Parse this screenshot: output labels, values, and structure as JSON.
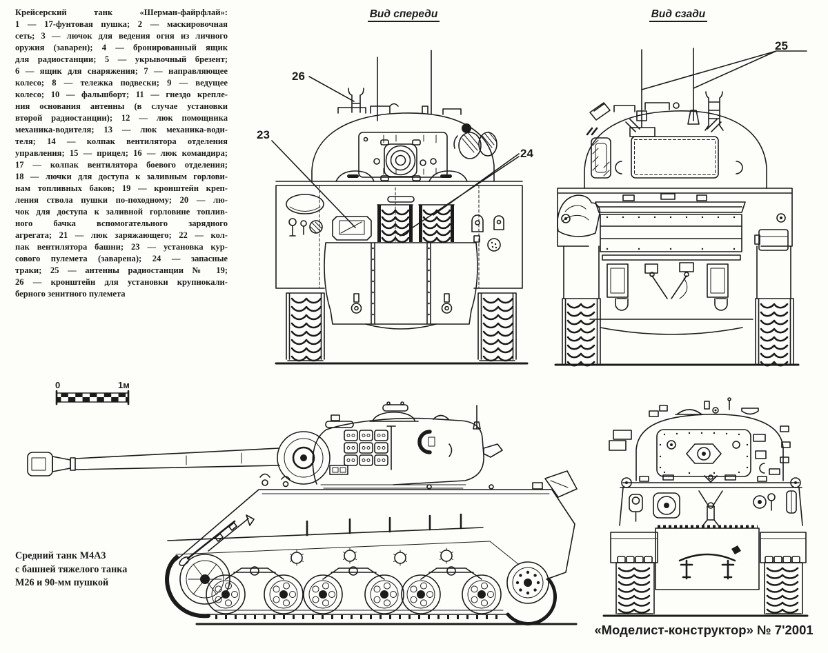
{
  "page": {
    "background": "#fdfdfa",
    "ink_color": "#1b1b1b"
  },
  "legend": {
    "title": "Крейсерский танк «Шерман-файрфлай»:",
    "lines": [
      "1 — 17-фунтовая пушка; 2 — маскировочная",
      "сеть; 3 — лючок для ведения огня из личного",
      "оружия (заварен); 4 — бронированный ящик",
      "для радиостанции; 5 — укрывочный брезент;",
      "6 — ящик для снаряжения; 7 — направляющее",
      "колесо; 8 — тележка подвески; 9 — ведущее",
      "колесо; 10 — фальшборт; 11 — гнездо крепле-",
      "ния основания антенны (в случае установки",
      "второй радиостанции); 12 — люк помощника",
      "механика-водителя; 13 — люк механика-води-",
      "теля; 14 — колпак вентилятора отделения",
      "управления; 15 — прицел; 16 — люк командира;",
      "17 — колпак вентилятора боевого отделения;",
      "18 — лючки для доступа к заливным горлови-",
      "нам топливных баков; 19 — кронштейн креп-",
      "ления ствола пушки по-походному; 20 — лю-",
      "чок для доступа к заливной горловине топлив-",
      "ного бачка вспомогательного зарядного",
      "агрегата; 21 — люк заряжающего; 22 — кол-",
      "пак вентилятора башни; 23 — установка кур-",
      "сового пулемета (заварена); 24 — запасные",
      "траки; 25 — антенны радиостанции № 19;",
      "26 — кронштейн для установки крупнокали-",
      "берного зенитного пулемета"
    ]
  },
  "front_view": {
    "title": "Вид спереди",
    "callout_26": "26",
    "callout_23": "23",
    "callout_24": "24"
  },
  "rear_view": {
    "title": "Вид сзади",
    "callout_25": "25"
  },
  "scale_bar": {
    "zero_label": "0",
    "meter_label": "1м"
  },
  "caption": {
    "lines": [
      "Средний танк М4А3",
      "с башней тяжелого танка",
      "М26 и 90-мм пушкой"
    ]
  },
  "footer": {
    "credit": "«Моделист-конструктор» № 7'2001"
  }
}
